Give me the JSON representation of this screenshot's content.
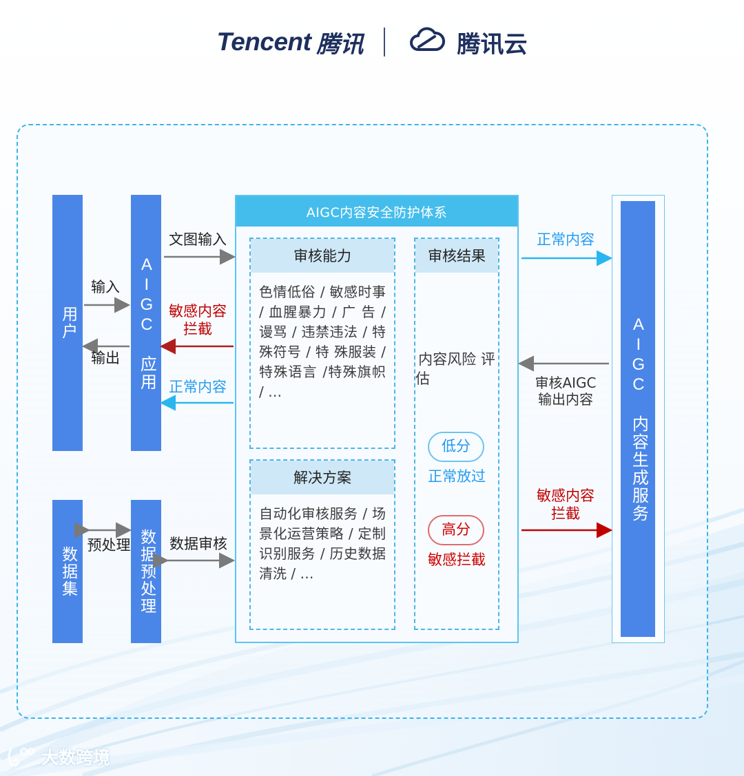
{
  "header": {
    "brand_latin": "Tencent",
    "brand_cn": "腾讯",
    "cloud_icon": "tencent-cloud-icon",
    "cloud_cn": "腾讯云",
    "divider": "|"
  },
  "colors": {
    "blue_bar": "#4a86e8",
    "cyan_header": "#45bdec",
    "dashed_border": "#4cb6e8",
    "red": "#d00000",
    "link_blue": "#279cf0",
    "gray_arrow": "#7a7a7a",
    "subhead_bg": "#cfe8f7"
  },
  "left": {
    "user_box": "用户",
    "aigc_app_box": "AIGC 应用",
    "dataset_box": "数据集",
    "preprocess_box": "数据预处理"
  },
  "center": {
    "title": "AIGC内容安全防护体系",
    "capability": {
      "title": "审核能力",
      "body": "色情低俗 / 敏感时事 / 血腥暴力 / 广 告 / 谩骂 / 违禁违法 / 特殊符号 / 特 殊服装 / 特殊语言 /特殊旗帜 / …"
    },
    "solution": {
      "title": "解决方案",
      "body": "自动化审核服务 / 场景化运营策略 / 定制识别服务 / 历史数据清洗 / …"
    },
    "result": {
      "title": "审核结果",
      "main": "内容风险\n评估",
      "low_pill": "低分",
      "low_label": "正常放过",
      "high_pill": "高分",
      "high_label": "敏感拦截"
    }
  },
  "right": {
    "service_box": "AIGC 内容生成服务"
  },
  "arrows": {
    "input": "输入",
    "output": "输出",
    "text_image_input": "文图输入",
    "sensitive_block_left": "敏感内容\n拦截",
    "normal_content_left": "正常内容",
    "normal_content_right": "正常内容",
    "audit_aigc_output": "审核AIGC\n输出内容",
    "sensitive_block_right": "敏感内容\n拦截",
    "preprocess": "预处理",
    "data_audit": "数据审核"
  },
  "watermark": {
    "logo": "dashu-kuajing-logo-icon",
    "text": "大数跨境"
  }
}
